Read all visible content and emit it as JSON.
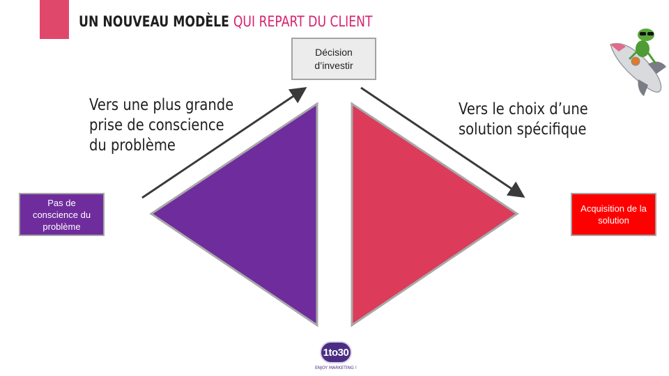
{
  "slide": {
    "title_bold": "UN NOUVEAU MODÈLE",
    "title_accent": "QUI REPART DU CLIENT"
  },
  "diagram": {
    "decision_label": "Décision\nd’investir",
    "start_label": "Pas de\nconscience du\nproblème",
    "end_label": "Acquisition de la\nsolution",
    "caption_left": "Vers une plus grande\nprise de conscience\ndu problème",
    "caption_right": "Vers le choix d’une\nsolution spécifique"
  },
  "logo": {
    "badge": "1to30",
    "tagline": "ENJOY MARKETING !"
  },
  "colors": {
    "accent_square": "#e0486b",
    "title_accent": "#d6236e",
    "left_triangle": "#6f2c9c",
    "right_triangle": "#dc3b5a",
    "start_box": "#6f2c9c",
    "end_box": "#ff0000",
    "arrow": "#3a3a3a"
  },
  "icons": {
    "mascot": "frog-on-rocket-icon"
  }
}
